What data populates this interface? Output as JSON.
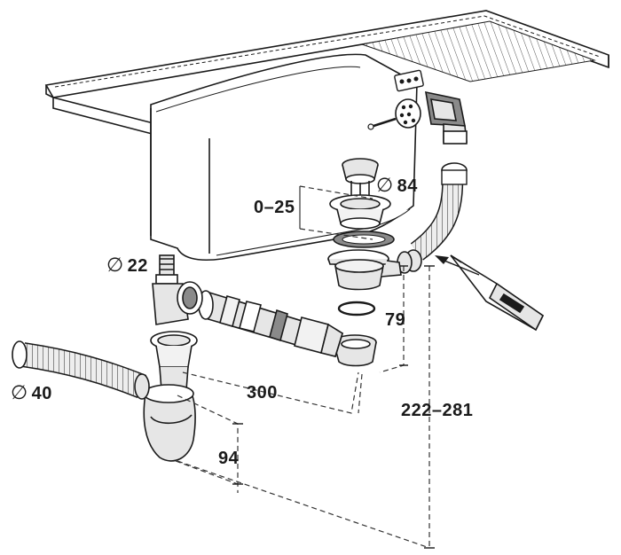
{
  "dimensions": {
    "overflow_diameter": "84",
    "hose_diameter": "22",
    "outlet_diameter": "40",
    "diameter_symbol": "∅",
    "height_adjust": "0–25",
    "strainer_height": "79",
    "horizontal_length": "300",
    "vertical_length": "222–281",
    "trap_depth": "94"
  },
  "colors": {
    "line": "#1a1a1a",
    "body_fill": "#e6e6e6",
    "light_fill": "#f2f2f2",
    "dark_fill": "#8a8a8a",
    "dim_line": "#333333"
  }
}
